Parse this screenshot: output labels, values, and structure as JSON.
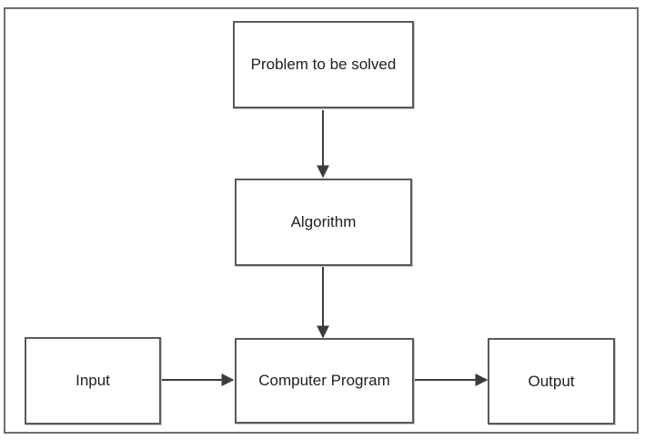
{
  "diagram": {
    "nodes": {
      "problem": "Problem to be solved",
      "algorithm": "Algorithm",
      "program": "Computer Program",
      "input": "Input",
      "output": "Output"
    },
    "edges": [
      {
        "from": "problem",
        "to": "algorithm"
      },
      {
        "from": "algorithm",
        "to": "program"
      },
      {
        "from": "input",
        "to": "program"
      },
      {
        "from": "program",
        "to": "output"
      }
    ],
    "colors": {
      "border": "#5a5a5a",
      "line": "#3c3c3c",
      "text": "#222222"
    }
  }
}
